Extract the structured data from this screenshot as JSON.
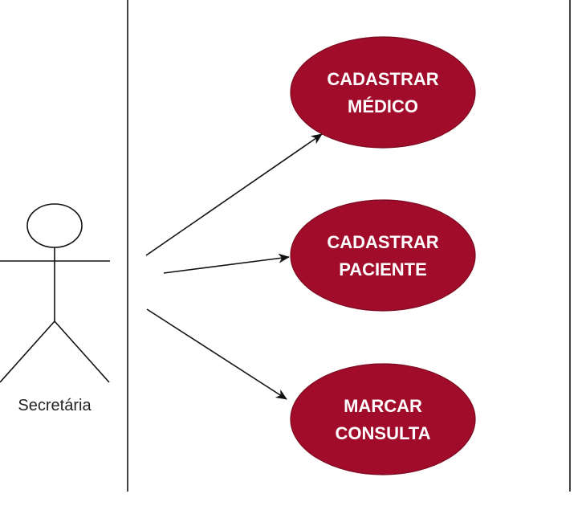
{
  "actor": {
    "name": "Secretária"
  },
  "use_cases": [
    {
      "line1": "CADASTRAR",
      "line2": "MÉDICO"
    },
    {
      "line1": "CADASTRAR",
      "line2": "PACIENTE"
    },
    {
      "line1": "MARCAR",
      "line2": "CONSULTA"
    }
  ],
  "colors": {
    "use_case_fill": "#a20c2b",
    "use_case_stroke": "#7a0a1f",
    "use_case_text": "#ffffff",
    "line": "#111111",
    "background": "#ffffff"
  }
}
